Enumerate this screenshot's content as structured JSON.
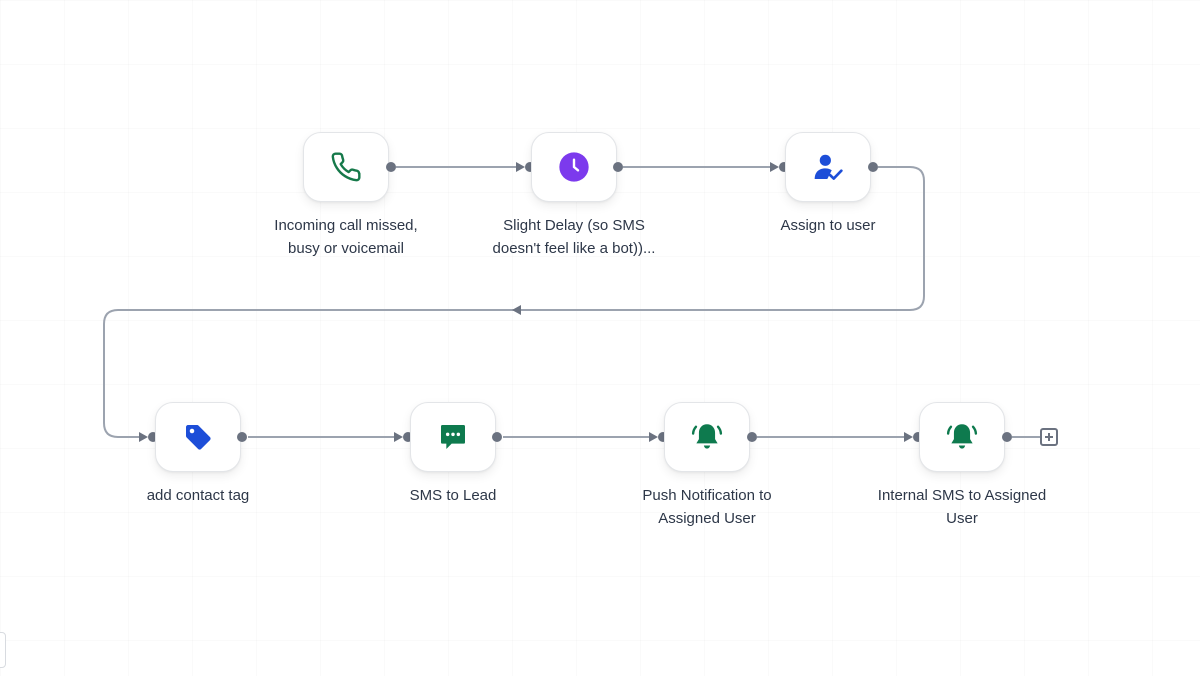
{
  "workflow": {
    "steps": [
      {
        "id": "trigger",
        "label": "Incoming call missed,\nbusy or voicemail",
        "icon": "phone-icon",
        "color": "#16794a"
      },
      {
        "id": "delay",
        "label": "Slight Delay (so SMS\ndoesn't feel like a bot))...",
        "icon": "clock-icon",
        "color": "#7c3aed"
      },
      {
        "id": "assign",
        "label": "Assign to user",
        "icon": "user-check-icon",
        "color": "#1d4ed8"
      },
      {
        "id": "tag",
        "label": "add contact tag",
        "icon": "tag-icon",
        "color": "#1d4ed8"
      },
      {
        "id": "sms",
        "label": "SMS to Lead",
        "icon": "chat-icon",
        "color": "#0e7a4e"
      },
      {
        "id": "push",
        "label": "Push Notification to\nAssigned User",
        "icon": "bell-icon",
        "color": "#0e7a4e"
      },
      {
        "id": "internal_sms",
        "label": "Internal SMS to Assigned\nUser",
        "icon": "bell-icon",
        "color": "#0e7a4e"
      }
    ]
  },
  "colors": {
    "connector": "#9ca3af",
    "handle": "#6b7280",
    "node_border": "#e3e5e8",
    "text": "#2d3748"
  }
}
